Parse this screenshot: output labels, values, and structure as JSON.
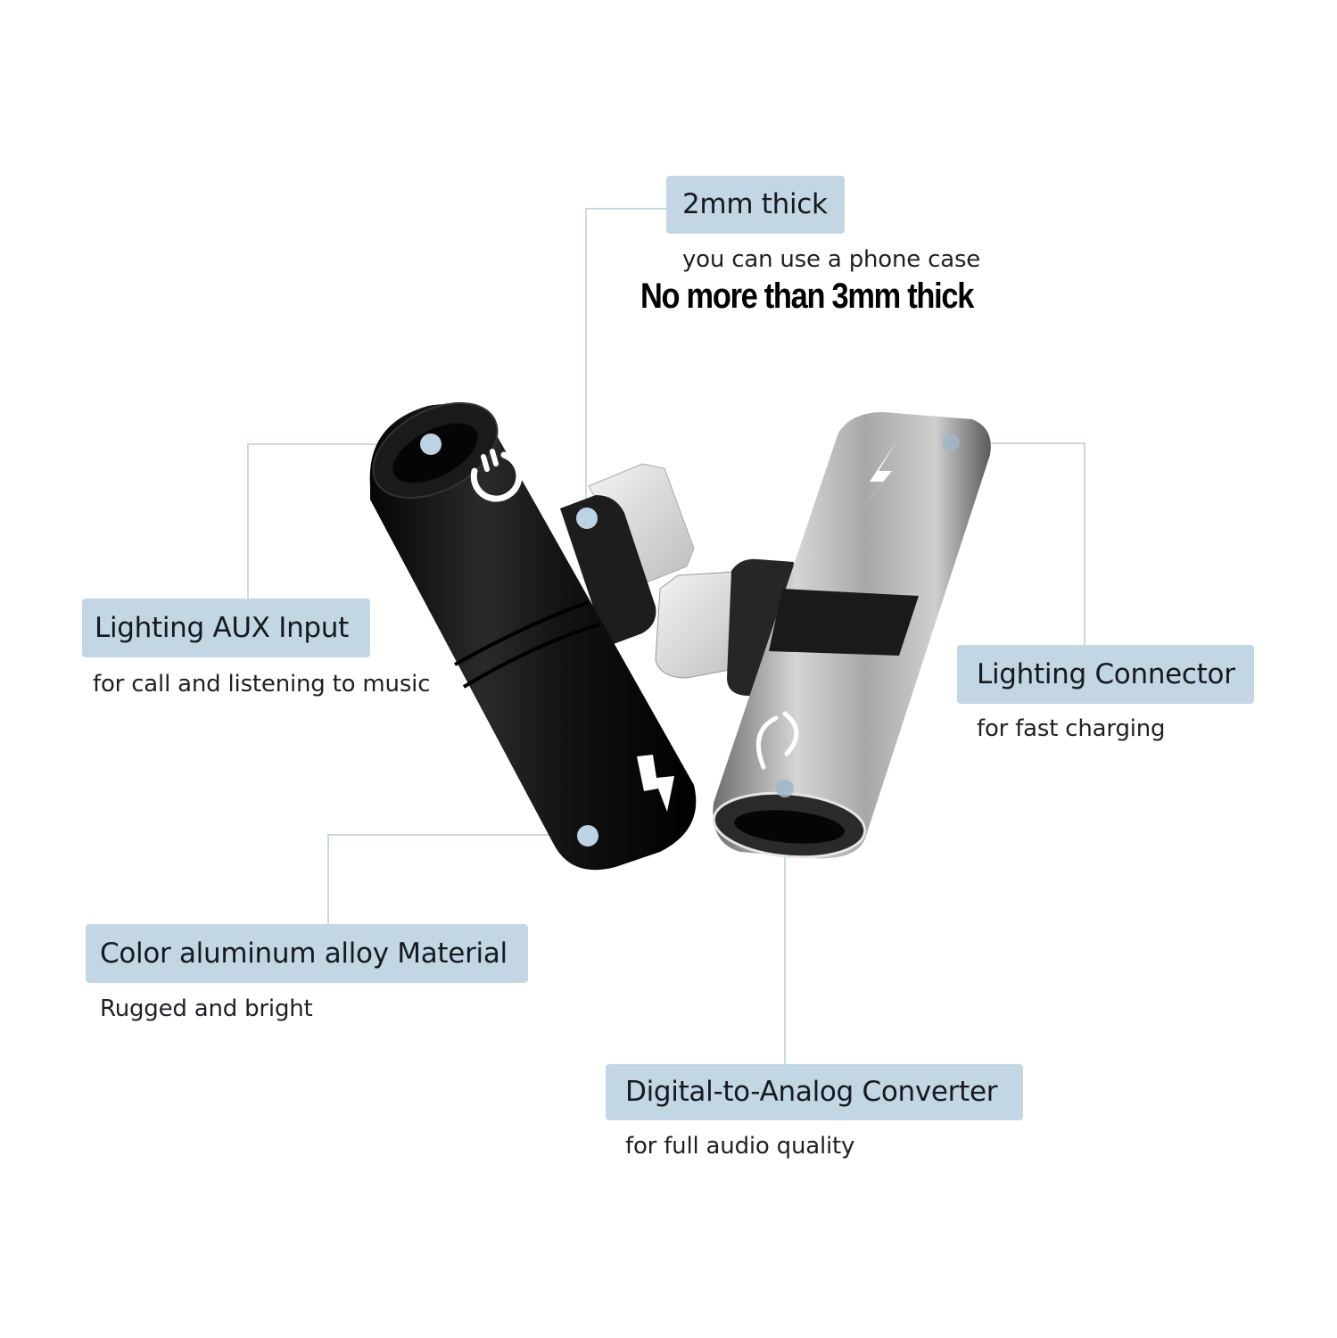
{
  "callouts": {
    "thickness": {
      "title": "2mm thick",
      "subtitle": "you can use a phone case",
      "headline": "No more than 3mm thick"
    },
    "aux_input": {
      "title": "Lighting AUX Input",
      "subtitle": "for call and listening to music"
    },
    "connector": {
      "title": "Lighting Connector",
      "subtitle": "for fast charging"
    },
    "material": {
      "title": "Color aluminum alloy Material",
      "subtitle": "Rugged and bright"
    },
    "dac": {
      "title": "Digital-to-Analog Converter",
      "subtitle": "for full audio quality"
    }
  },
  "products": [
    {
      "name": "black-adapter",
      "color": "#111111",
      "icons": [
        "headphone-icon",
        "lightning-icon"
      ]
    },
    {
      "name": "silver-adapter",
      "color": "#9a9a9a",
      "icons": [
        "lightning-icon",
        "headphone-icon"
      ]
    }
  ],
  "colors": {
    "label_bg": "#c2d6e3",
    "leader_line": "#c9d9e3",
    "marker_dot": "#bcd3e3"
  }
}
